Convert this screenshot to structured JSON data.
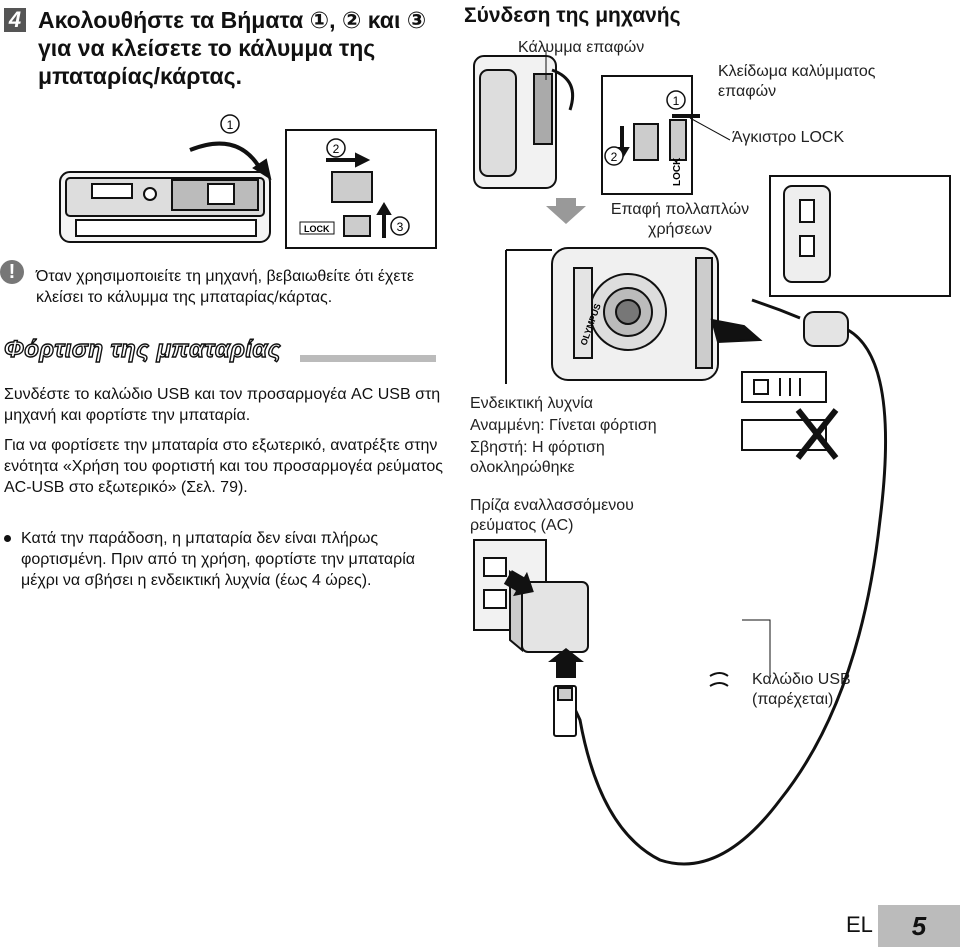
{
  "step": {
    "number": "4",
    "instruction": "Ακολουθήστε τα Βήματα ①, ② και ③ για να κλείσετε το κάλυμμα της μπαταρίας/κάρτας."
  },
  "figure_left": {
    "marker1": "1",
    "marker2": "2",
    "marker3": "3",
    "lock_label": "LOCK"
  },
  "connect": {
    "title": "Σύνδεση της μηχανής",
    "cover_label": "Κάλυμμα επαφών",
    "lock_cover_label": "Κλείδωμα καλύμματος επαφών",
    "hook_label": "Άγκιστρο LOCK",
    "marker1": "1",
    "marker2": "2",
    "lock_label": "LOCK",
    "multi_connector": "Επαφή πολλαπλών χρήσεων"
  },
  "warning": {
    "icon": "!",
    "text": "Όταν χρησιμοποιείτε τη μηχανή, βεβαιωθείτε ότι έχετε κλείσει το κάλυμμα της μπαταρίας/κάρτας."
  },
  "charging": {
    "title": "Φόρτιση της μπαταρίας",
    "para1": "Συνδέστε το καλώδιο USB και τον προσαρμογέα AC USB στη μηχανή και φορτίστε την μπαταρία.",
    "para2": "Για να φορτίσετε την μπαταρία στο εξωτερικό, ανατρέξτε στην ενότητα «Χρήση του φορτιστή και του προσαρμογέα ρεύματος AC-USB στο εξωτερικό» (Σελ. 79).",
    "bullet": "Κατά την παράδοση, η μπαταρία δεν είναι πλήρως φορτισμένη. Πριν από τη χρήση, φορτίστε την μπαταρία μέχρι να σβήσει η ενδεικτική λυχνία (έως 4 ώρες)."
  },
  "diagram": {
    "indicator_title": "Ενδεικτική λυχνία",
    "indicator_on": "Αναμμένη: Γίνεται φόρτιση",
    "indicator_off": "Σβηστή: Η φόρτιση ολοκληρώθηκε",
    "outlet": "Πρίζα εναλλασσόμενου ρεύματος (AC)",
    "usb_cable": "Καλώδιο USB (παρέχεται)",
    "camera_brand": "OLYMPUS"
  },
  "footer": {
    "lang": "EL",
    "page": "5"
  }
}
